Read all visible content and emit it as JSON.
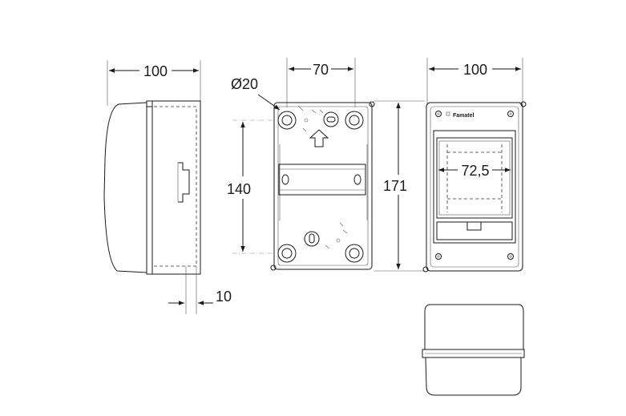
{
  "dimensions": {
    "side_width": "100",
    "rear_width": "70",
    "knockout_diameter": "Ø20",
    "rear_height": "140",
    "overall_height": "171",
    "front_width": "100",
    "window_width": "72,5",
    "rail_offset": "10"
  },
  "front": {
    "brand": "Famatel"
  },
  "colors": {
    "line": "#1a1a1a",
    "body_fill": "#d9d9d9",
    "body_dark": "#c4c4c4",
    "rail_fill": "#bdbdbd",
    "window_fill": "#a9a9a9"
  }
}
